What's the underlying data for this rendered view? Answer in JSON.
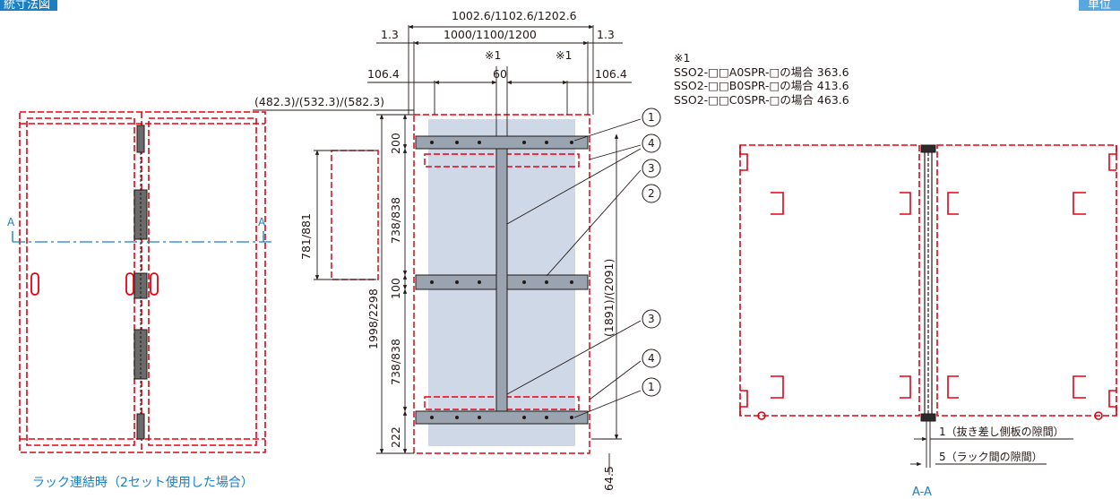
{
  "header": {
    "left_title": "統寸法図",
    "right_title": "単位"
  },
  "caption": "ラック連結時（2セット使用した場合）",
  "section_label": "A-A",
  "section_marks": [
    "A",
    "A"
  ],
  "note": {
    "mark": "※1",
    "lines": [
      "SSO2-□□A0SPR-□の場合 363.6",
      "SSO2-□□B0SPR-□の場合 413.6",
      "SSO2-□□C0SPR-□の場合 463.6"
    ]
  },
  "dimensions": {
    "overall_width": "1002.6/1102.6/1202.6",
    "inner_width": "1000/1100/1200",
    "side_gap_left": "1.3",
    "side_gap_right": "1.3",
    "star_left": "※1",
    "star_right": "※1",
    "offset_left": "106.4",
    "center": "60",
    "offset_right": "106.4",
    "depth_left": "(482.3)/(532.3)/(582.3)",
    "door_height": "781/881",
    "total_height": "1998/2298",
    "seg_top": "200",
    "seg_upper": "738/838",
    "seg_mid": "100",
    "seg_lower": "738/838",
    "seg_bottom": "222",
    "right_height": "(1891)/(2091)",
    "bottom_offset": "64.5"
  },
  "callouts": [
    "1",
    "4",
    "3",
    "2",
    "3",
    "4",
    "1"
  ],
  "gaps": {
    "panel_gap": "1（抜き差し側板の隙間）",
    "rack_gap": "5（ラック間の隙間）"
  },
  "colors": {
    "red": "#e60012",
    "blue": "#1b7fc6",
    "panel": "#cfd8e6",
    "line": "#231815"
  }
}
